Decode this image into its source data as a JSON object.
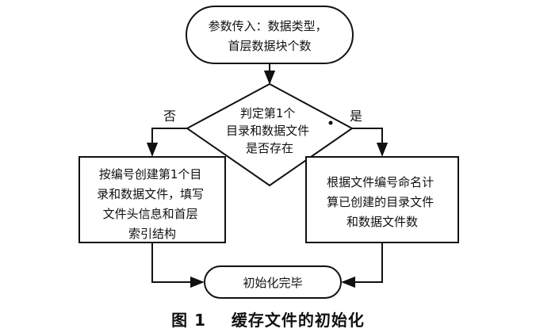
{
  "start": {
    "lines": [
      "参数传入：数据类型，",
      "首层数据块个数"
    ]
  },
  "decision": {
    "lines": [
      "判定第1个",
      "目录和数据文件",
      "是否存在"
    ]
  },
  "branch_no": {
    "label": "否",
    "lines": [
      "按编号创建第1个目",
      "录和数据文件，填写",
      "文件头信息和首层",
      "索引结构"
    ]
  },
  "branch_yes": {
    "label": "是",
    "lines": [
      "根据文件编号命名计",
      "算已创建的目录文件",
      "和数据文件数"
    ]
  },
  "end": {
    "lines": [
      "初始化完毕"
    ]
  },
  "caption": {
    "number": "图 1",
    "title": "缓存文件的初始化"
  }
}
